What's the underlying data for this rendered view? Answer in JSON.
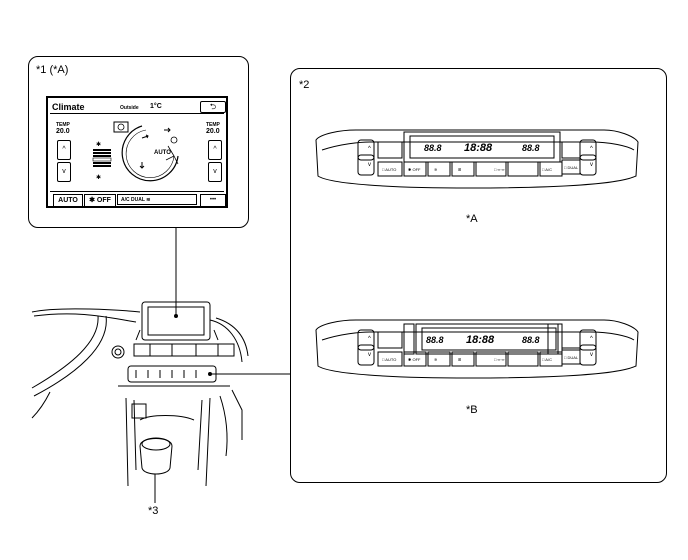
{
  "callouts": {
    "c1": "*1 (*A)",
    "c2": "*2",
    "c3": "*3",
    "panelA": "*A",
    "panelB": "*B"
  },
  "screen": {
    "title": "Climate",
    "outside_label": "Outside",
    "outside_temp": "1°C",
    "temp_label": "TEMP",
    "left_temp": "20.0",
    "right_temp": "20.0",
    "auto_center": "AUTO",
    "auto_mid": "AUTO",
    "btn_auto": "AUTO",
    "btn_off": "OFF",
    "btn_ac_dual": "A/C DUAL",
    "btn_more": "•••",
    "up_arrow": "⌃",
    "down_arrow": "⌄",
    "back_arrow": "⮌"
  },
  "panel": {
    "lcd_left": "88.8",
    "lcd_clock": "18:88",
    "lcd_right": "88.8",
    "lbl_auto": "AUTO",
    "lbl_off": "OFF",
    "lbl_ac": "A/C",
    "lbl_dual": "DUAL",
    "lbl_rear": "REAR",
    "lbl_front": "FRONT"
  }
}
